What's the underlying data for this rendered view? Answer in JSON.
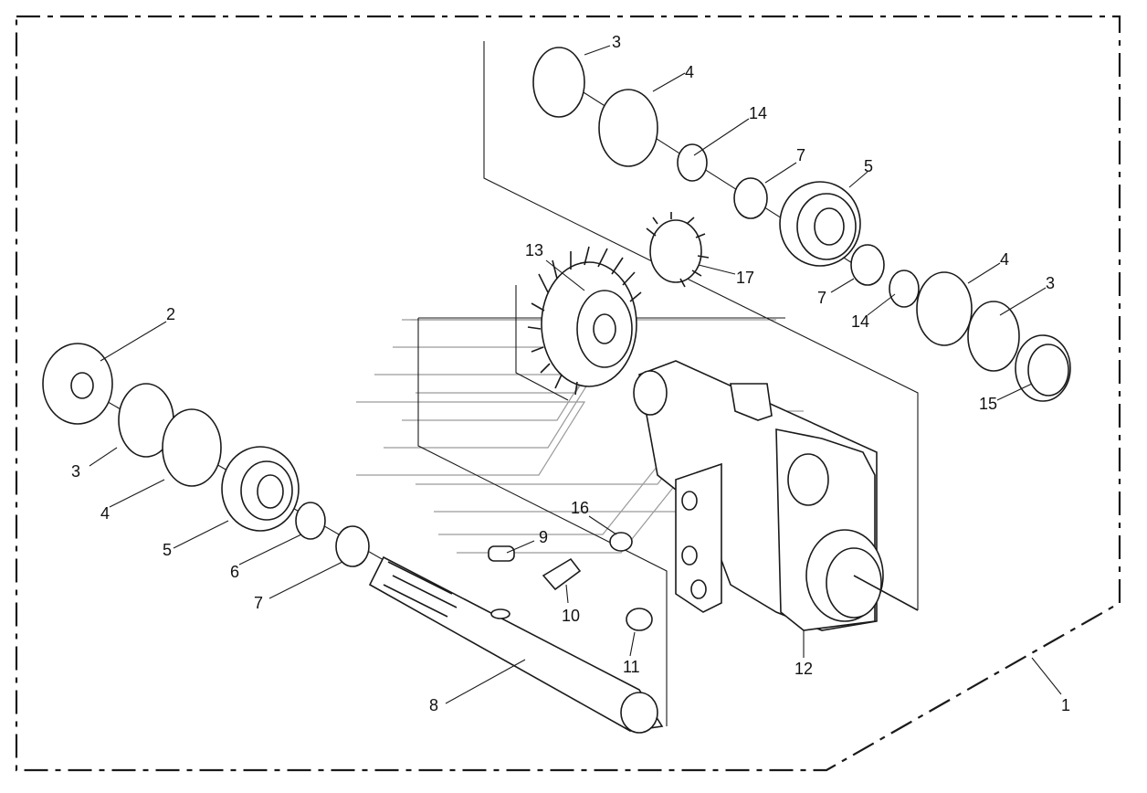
{
  "diagram": {
    "labels": [
      {
        "id": "l1",
        "text": "1"
      },
      {
        "id": "l2",
        "text": "2"
      },
      {
        "id": "l3a",
        "text": "3"
      },
      {
        "id": "l3b",
        "text": "3"
      },
      {
        "id": "l3c",
        "text": "3"
      },
      {
        "id": "l4a",
        "text": "4"
      },
      {
        "id": "l4b",
        "text": "4"
      },
      {
        "id": "l4c",
        "text": "4"
      },
      {
        "id": "l5a",
        "text": "5"
      },
      {
        "id": "l5b",
        "text": "5"
      },
      {
        "id": "l6",
        "text": "6"
      },
      {
        "id": "l7a",
        "text": "7"
      },
      {
        "id": "l7b",
        "text": "7"
      },
      {
        "id": "l7c",
        "text": "7"
      },
      {
        "id": "l8",
        "text": "8"
      },
      {
        "id": "l9",
        "text": "9"
      },
      {
        "id": "l10",
        "text": "10"
      },
      {
        "id": "l11",
        "text": "11"
      },
      {
        "id": "l12",
        "text": "12"
      },
      {
        "id": "l13",
        "text": "13"
      },
      {
        "id": "l14a",
        "text": "14"
      },
      {
        "id": "l14b",
        "text": "14"
      },
      {
        "id": "l15",
        "text": "15"
      },
      {
        "id": "l16",
        "text": "16"
      },
      {
        "id": "l17",
        "text": "17"
      }
    ]
  }
}
